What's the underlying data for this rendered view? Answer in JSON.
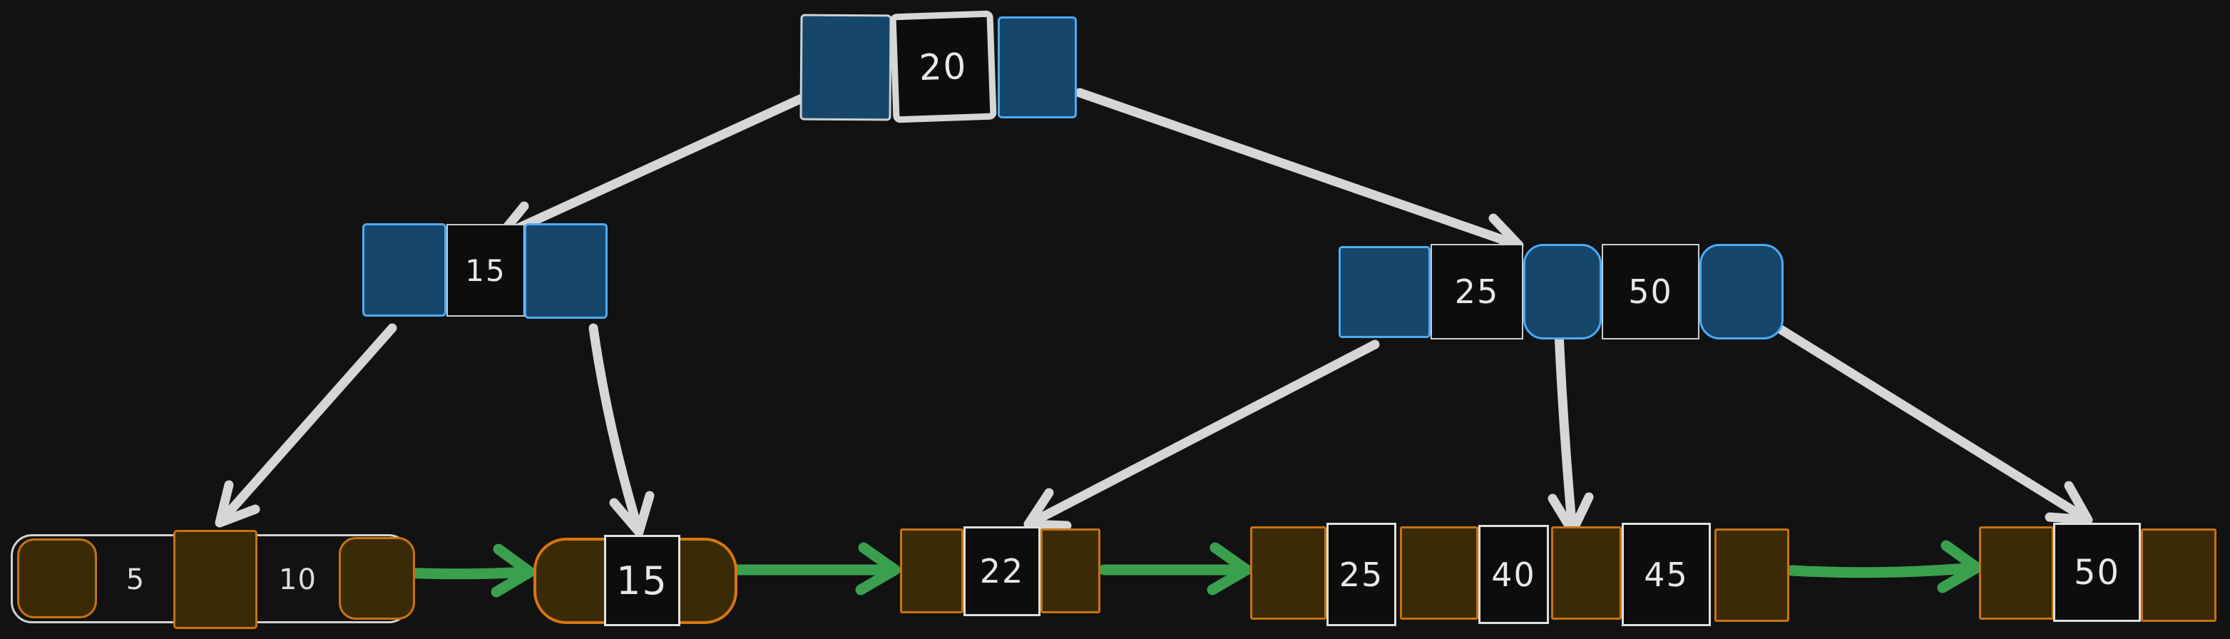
{
  "diagram": {
    "kind": "b-plus-tree",
    "colors": {
      "background": "#121212",
      "internal_fill": "#17466b",
      "internal_border": "#4dabf7",
      "key_fill": "#0d0d0d",
      "key_border": "#d9d9d9",
      "leaf_fill": "#3a2b06",
      "leaf_border": "#d9750e",
      "tree_edge": "#d6d6d6",
      "leaf_link": "#3aa04e",
      "text": "#e8e8e8"
    },
    "root": {
      "keys": [
        "20"
      ]
    },
    "internal": [
      {
        "keys": [
          "15"
        ]
      },
      {
        "keys": [
          "25",
          "50"
        ]
      }
    ],
    "leaves": [
      {
        "keys": [
          "5",
          "10"
        ]
      },
      {
        "keys": [
          "15"
        ]
      },
      {
        "keys": [
          "22"
        ]
      },
      {
        "keys": [
          "25",
          "40",
          "45"
        ]
      },
      {
        "keys": [
          "50"
        ]
      }
    ],
    "edges": [
      {
        "from": "root",
        "to": "internal-left"
      },
      {
        "from": "root",
        "to": "internal-right"
      },
      {
        "from": "internal-left",
        "to": "leaf-1"
      },
      {
        "from": "internal-left",
        "to": "leaf-2"
      },
      {
        "from": "internal-right",
        "to": "leaf-3"
      },
      {
        "from": "internal-right",
        "to": "leaf-4"
      },
      {
        "from": "internal-right",
        "to": "leaf-5"
      }
    ],
    "leaf_links": [
      {
        "from": "leaf-1",
        "to": "leaf-2"
      },
      {
        "from": "leaf-2",
        "to": "leaf-3"
      },
      {
        "from": "leaf-3",
        "to": "leaf-4"
      },
      {
        "from": "leaf-4",
        "to": "leaf-5"
      }
    ]
  }
}
